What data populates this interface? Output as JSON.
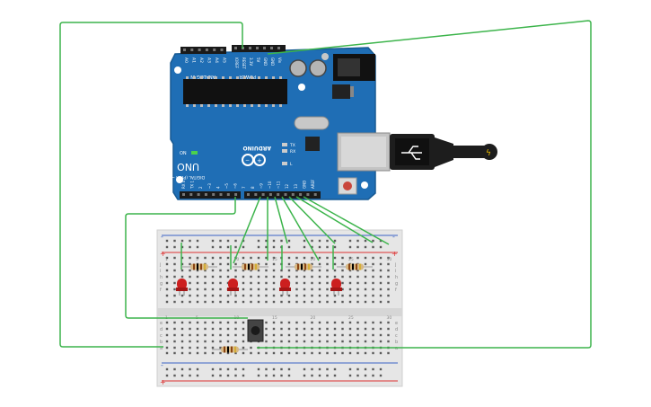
{
  "arduino": {
    "brand": "ARDUINO",
    "model": "UNO",
    "on_label": "ON",
    "power_label": "POWER",
    "analog_label": "ANALOG IN",
    "digital_label": "DIGITAL (PWM ~)",
    "tx_label": "TX",
    "rx_label": "RX",
    "l_label": "L",
    "analog_pins": [
      "A0",
      "A1",
      "A2",
      "A3",
      "A4",
      "A5"
    ],
    "power_pins": [
      "IOREF",
      "RESET",
      "3.3V",
      "5V",
      "GND",
      "GND",
      "Vin"
    ],
    "digital_pins": [
      "AREF",
      "GND",
      "13",
      "12",
      "~11",
      "~10",
      "~9",
      "8",
      "7",
      "~6",
      "~5",
      "4",
      "~3",
      "2",
      "TX 1",
      "RX 0"
    ],
    "reset_button": "reset"
  },
  "breadboard": {
    "row_letters_top": [
      "j",
      "i",
      "h",
      "g",
      "f"
    ],
    "row_letters_bottom": [
      "e",
      "d",
      "c",
      "b",
      "a"
    ],
    "column_numbers": [
      "1",
      "5",
      "10",
      "15",
      "20",
      "25",
      "30"
    ],
    "rail_plus": "+",
    "rail_minus": "-"
  },
  "components": {
    "leds": 4,
    "resistors": 5,
    "pushbuttons": 1
  },
  "colors": {
    "board": "#1f6eb5",
    "wire": "#3cb44b",
    "led": "#cc1f1f",
    "breadboard": "#e8e8e8",
    "rail_red": "#d33",
    "rail_blue": "#3a62c6"
  }
}
